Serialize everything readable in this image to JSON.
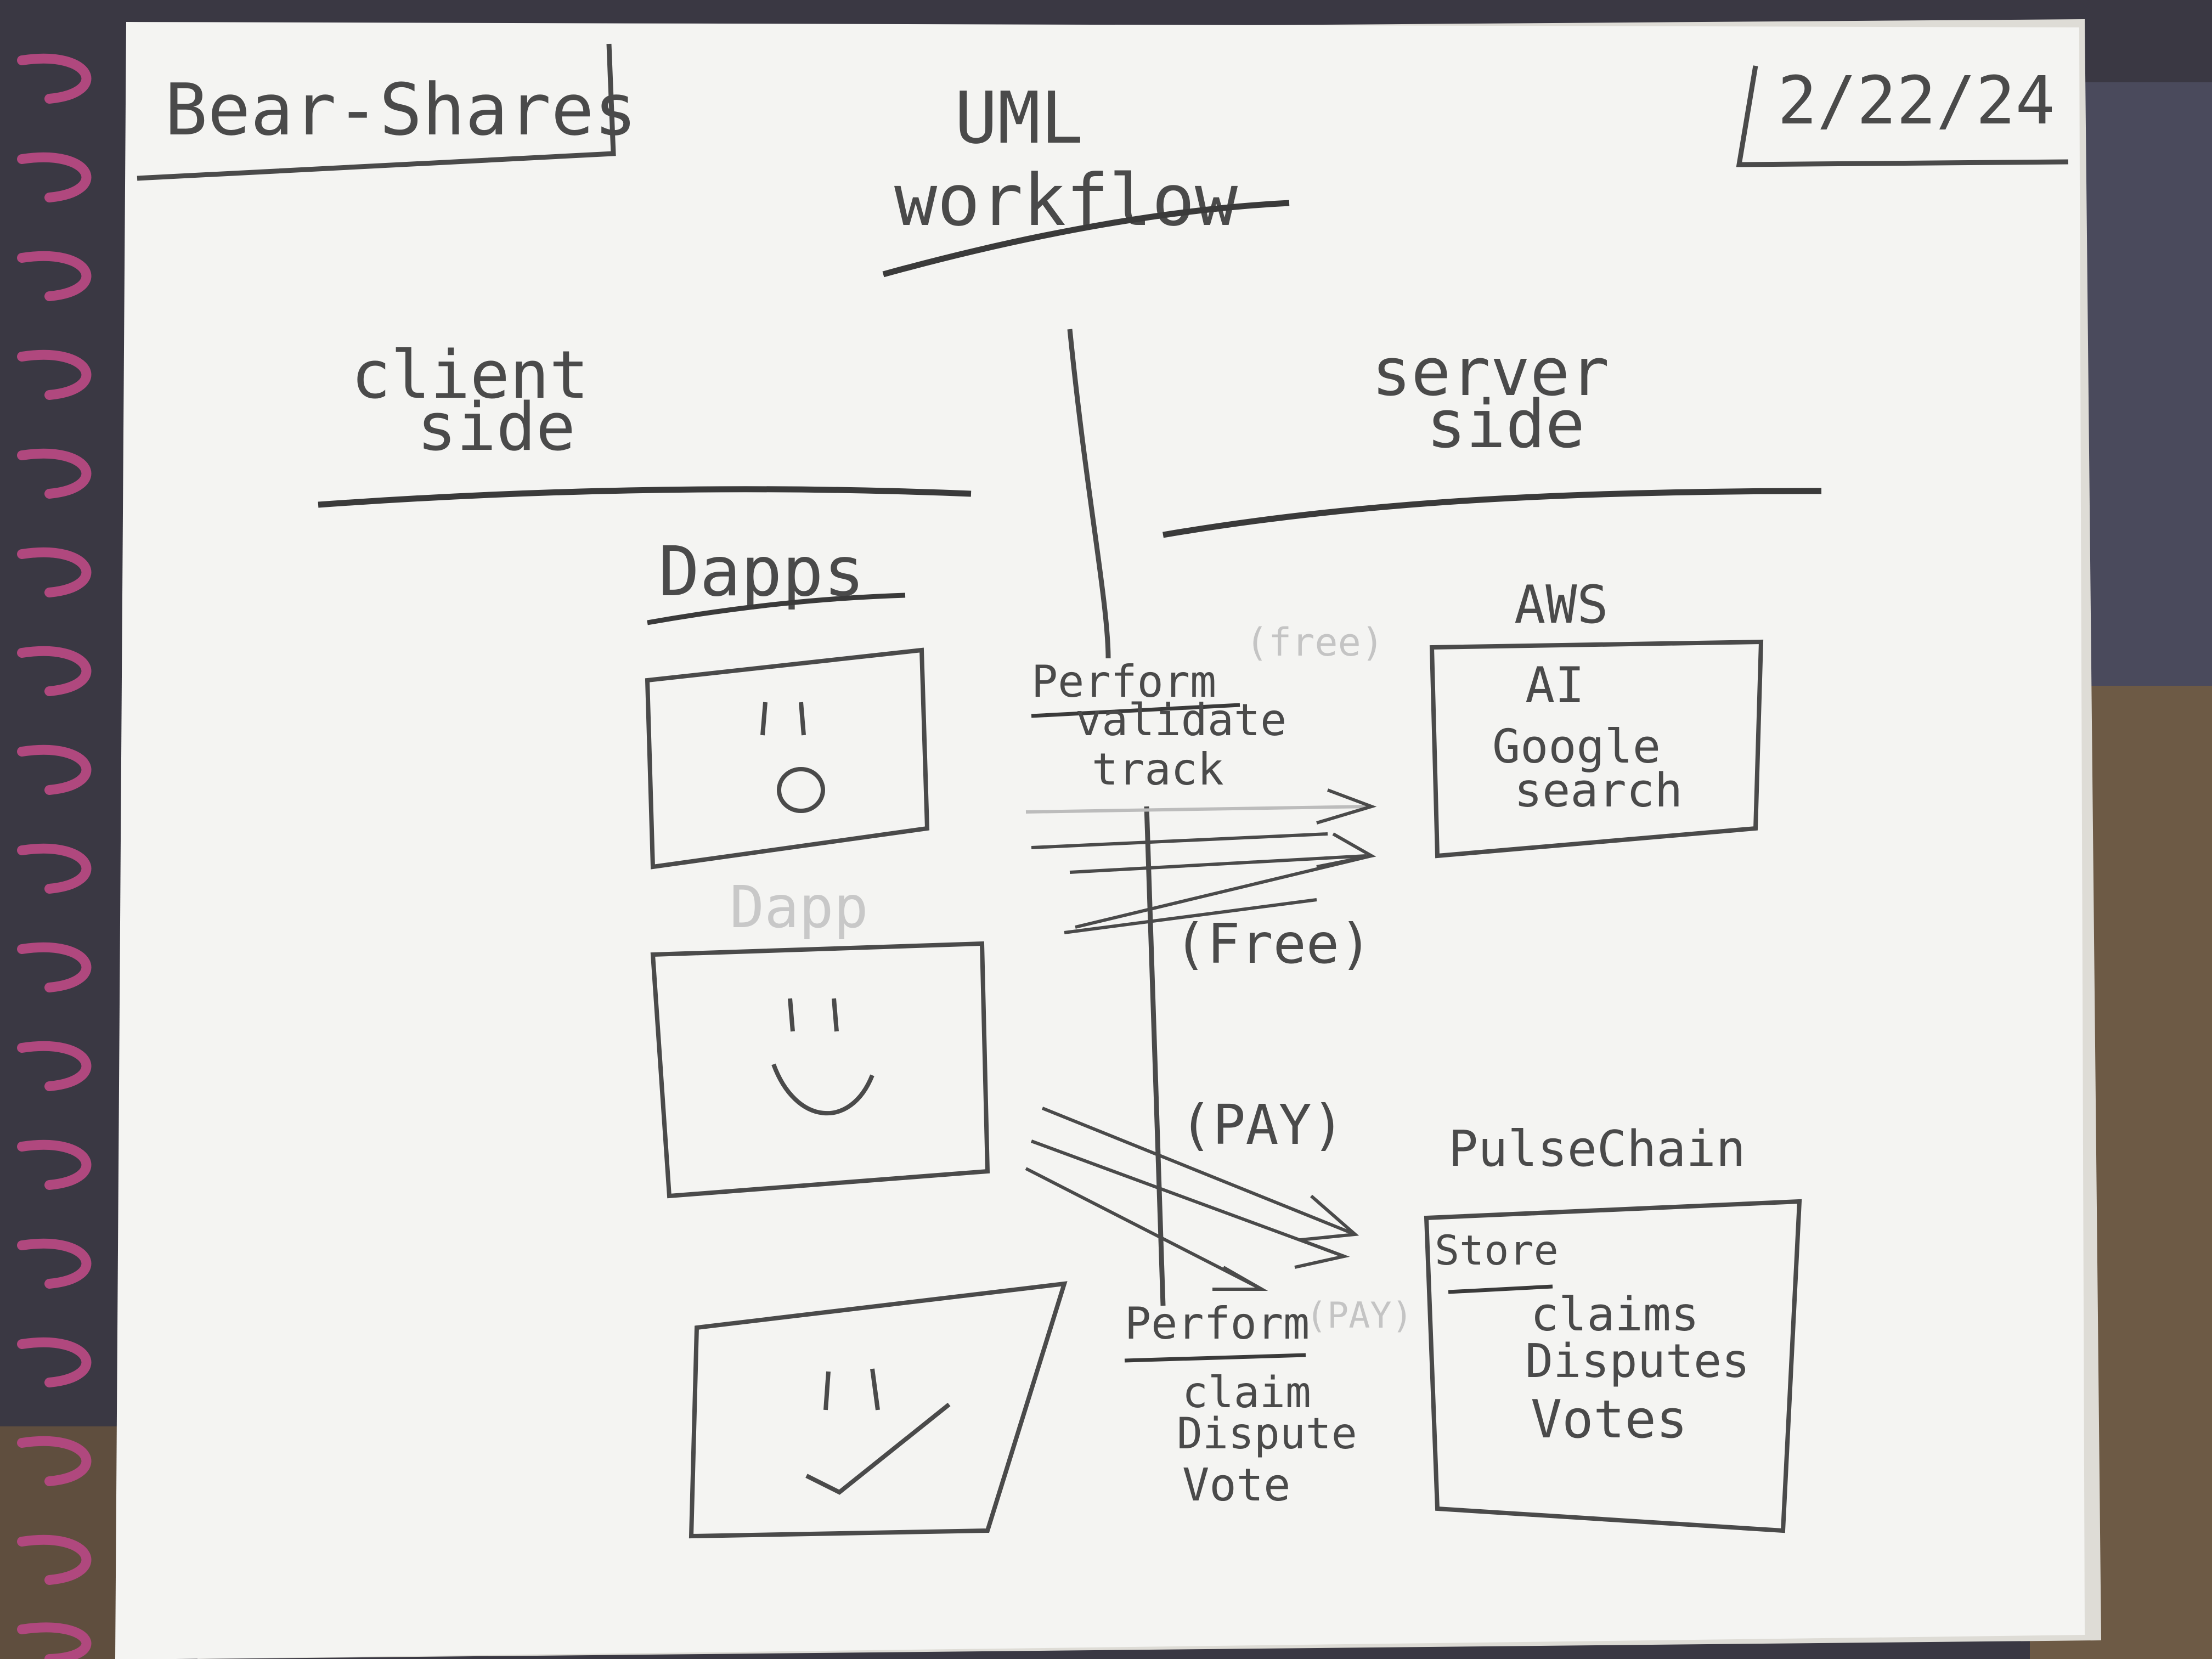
{
  "header": {
    "title": "Bear-Shares",
    "subtitle_line1": "UML",
    "subtitle_line2": "workflow",
    "date": "2/22/24"
  },
  "columns": {
    "client_line1": "client",
    "client_line2": "side",
    "server_line1": "server",
    "server_line2": "side"
  },
  "client": {
    "heading": "Dapps",
    "ghost_label": "Dapp"
  },
  "middle": {
    "top_heading": "Perform",
    "top_note": "(free)",
    "top_actions": [
      "validate",
      "track"
    ],
    "top_arrow_label": "(Free)",
    "bottom_arrow_label": "(PAY)",
    "bottom_heading": "Perform",
    "bottom_note": "(PAY)",
    "bottom_actions": [
      "claim",
      "Dispute",
      "Vote"
    ]
  },
  "server": {
    "aws_label": "AWS",
    "aws_items": [
      "AI",
      "Google",
      "search"
    ],
    "chain_label": "PulseChain",
    "store_heading": "Store",
    "store_items": [
      "claims",
      "Disputes",
      "Votes"
    ]
  },
  "colors": {
    "pencil": "#4a4a4a",
    "faint_pencil": "#bcbcbc",
    "paper": "#f4f4f2",
    "spiral": "#b0487e",
    "background": "#3d3a45",
    "table": "#6a5a48"
  }
}
